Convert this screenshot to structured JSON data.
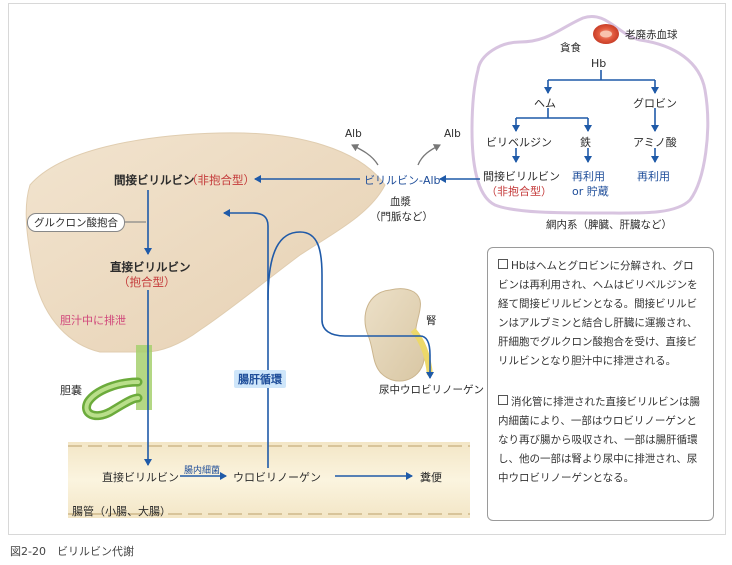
{
  "labels": {
    "senescent_rbc": "老廃赤血球",
    "phagocytosis": "貪食",
    "hb": "Hb",
    "heme": "ヘム",
    "globin": "グロビン",
    "biliverdin": "ビリベルジン",
    "iron": "鉄",
    "amino_acid": "アミノ酸",
    "indirect_bilirubin": "間接ビリルビン",
    "unconjugated_paren": "（非抱合型）",
    "reuse": "再利用",
    "or_storage": "or 貯蔵",
    "re_system": "網内系（脾臓、肝臓など）",
    "alb": "Alb",
    "bilirubin_alb": "ビリルビン-Alb",
    "blood": "血漿",
    "portal_vein": "（門脈など）",
    "glucuronidation": "グルクロン酸抱合",
    "direct_bilirubin": "直接ビリルビン",
    "conjugated_paren": "（抱合型）",
    "excreted_in_bile": "胆汁中に排泄",
    "gallbladder": "胆嚢",
    "enterohepatic": "腸肝循環",
    "kidney": "腎",
    "urine_urobilinogen": "尿中ウロビリノーゲン",
    "gut_bacteria": "腸内細菌",
    "urobilinogen": "ウロビリノーゲン",
    "feces": "糞便",
    "intestine": "腸管（小腸、大腸）"
  },
  "notes": [
    "Hbはヘムとグロビンに分解され、グロビンは再利用され、ヘムはビリベルジンを経て間接ビリルビンとなる。間接ビリルビンはアルブミンと結合し肝臓に運搬され、肝細胞でグルクロン酸抱合を受け、直接ビリルビンとなり胆汁中に排泄される。",
    "消化管に排泄された直接ビリルビンは腸内細菌により、一部はウロビリノーゲンとなり再び腸から吸収され、一部は腸肝循環し、他の一部は腎より尿中に排泄され、尿中ウロビリノーゲンとなる。"
  ],
  "caption": "図2-20　ビリルビン代謝",
  "colors": {
    "arrow_blue": "#1f5aa8",
    "unconjugated_red": "#c43a3a",
    "bile_pink": "#d0457a",
    "enterohepatic_badge": "#cfe6fa",
    "liver": "#f2e4cf",
    "gallbladder_green": "#6cab3c"
  }
}
